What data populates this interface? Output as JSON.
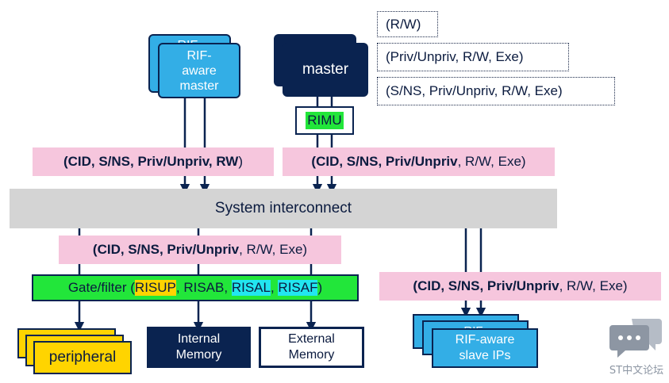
{
  "legend": [
    "(R/W)",
    "(Priv/Unpriv, R/W, Exe)",
    "(S/NS, Priv/Unpriv, R/W, Exe)"
  ],
  "masters": {
    "rif_aware_back": "RIF-",
    "rif_aware_front": "RIF-aware master",
    "master": "master",
    "rimu": "RIMU"
  },
  "attrs": {
    "left_bold": "(CID, S/NS, Priv/Unpriv, RW",
    "left_plain": ")",
    "right_bold": "(CID, S/NS, Priv/Unpriv",
    "right_plain": ", R/W, Exe)",
    "mid_bold": "(CID, S/NS, Priv/Unpriv",
    "mid_plain": ", R/W, Exe)",
    "slave_bold": "(CID, S/NS, Priv/Unpriv",
    "slave_plain": ", R/W, Exe)"
  },
  "interconnect": "System interconnect",
  "gate": {
    "prefix": "Gate/filter (",
    "risup": "RISUP",
    "sep1": ", ",
    "risab": "RISAB,",
    "sep2": " ",
    "risal": "RISAL",
    "sep3": ", ",
    "risaf": "RISAF",
    "suffix": ")"
  },
  "targets": {
    "peripheral": "peripheral",
    "internal_memory": "Internal Memory",
    "external_memory": "External Memory",
    "slave_back1": "RIF-",
    "slave_back2": "RIF-",
    "slave_front": "RIF-aware slave IPs"
  },
  "watermark": "ST中文论坛",
  "colors": {
    "navy": "#0a2350",
    "pink": "#f6c6dd",
    "interconnect_gray": "#d4d4d4",
    "rif_blue": "#33aee6",
    "yellow": "#ffd400",
    "green": "#22e63a",
    "cyan": "#22e6f0"
  }
}
